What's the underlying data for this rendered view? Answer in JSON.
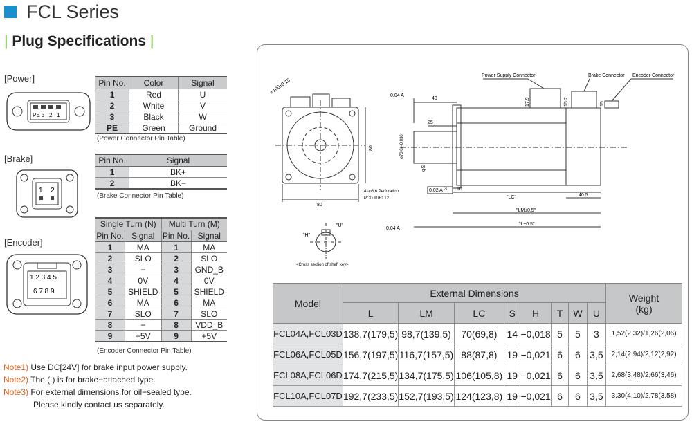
{
  "header": {
    "title": "FCL Series",
    "subtitle": "Plug Specifications",
    "bar": "|"
  },
  "power": {
    "label": "[Power]",
    "connector_pins": [
      "PE",
      "3",
      "2",
      "1"
    ],
    "columns": [
      "Pin No.",
      "Color",
      "Signal"
    ],
    "rows": [
      [
        "1",
        "Red",
        "U"
      ],
      [
        "2",
        "White",
        "V"
      ],
      [
        "3",
        "Black",
        "W"
      ],
      [
        "PE",
        "Green",
        "Ground"
      ]
    ],
    "caption": "(Power Connector Pin Table)"
  },
  "brake": {
    "label": "[Brake]",
    "connector_pins": [
      "1",
      "2"
    ],
    "columns": [
      "Pin No.",
      "Signal"
    ],
    "rows": [
      [
        "1",
        "BK+"
      ],
      [
        "2",
        "BK−"
      ]
    ],
    "caption": "(Brake Connector Pin Table)"
  },
  "encoder": {
    "label": "[Encoder]",
    "connector_pins_top": "1 2 3 4 5",
    "connector_pins_bottom": "6 7 8 9",
    "group_headers": [
      "Single Turn (N)",
      "Multi Turn (M)"
    ],
    "columns": [
      "Pin No.",
      "Signal",
      "Pin No.",
      "Signal"
    ],
    "rows": [
      [
        "1",
        "MA",
        "1",
        "MA"
      ],
      [
        "2",
        "SLO",
        "2",
        "SLO"
      ],
      [
        "3",
        "−",
        "3",
        "GND_B"
      ],
      [
        "4",
        "0V",
        "4",
        "0V"
      ],
      [
        "5",
        "SHIELD",
        "5",
        "SHIELD"
      ],
      [
        "6",
        "MA",
        "6",
        "MA"
      ],
      [
        "7",
        "SLO",
        "7",
        "SLO"
      ],
      [
        "8",
        "−",
        "8",
        "VDD_B"
      ],
      [
        "9",
        "+5V",
        "9",
        "+5V"
      ]
    ],
    "caption": "(Encoder Connector Pin Table)"
  },
  "notes": [
    {
      "key": "Note1)",
      "text": "Use DC[24V] for brake input power supply."
    },
    {
      "key": "Note2)",
      "text": "The (   ) is for brake−attached type."
    },
    {
      "key": "Note3)",
      "text": "For external dimensions for oil−sealed type."
    },
    {
      "key": "",
      "text": "Please kindly contact us separately."
    }
  ],
  "drawing": {
    "callouts": {
      "power_connector": "Power Supply Connector",
      "brake_connector": "Brake Connector",
      "encoder_connector": "Encoder Connector"
    },
    "dims": {
      "d1": "φ100±0.15",
      "d2": "0.04 A",
      "d3": "40",
      "d4": "17.9",
      "d5": "15.2",
      "d6": "15",
      "d7": "25",
      "d8": "80",
      "d9": "φ70 0/−0.030",
      "d10": "φS",
      "d11": "4−φ6.6 Perforation",
      "d12": "PCD 90±0.12",
      "d13": "0.02 A",
      "d14": "3",
      "d15": "10",
      "d16": "\"LC\"",
      "d17": "40.5",
      "d18": "\"LM±0.5\"",
      "d19": "\"L±0.5\"",
      "d20": "80",
      "d21": "0.04 A",
      "d22": "\"H\"",
      "d23": "\"U\"",
      "shaft_caption": "<Cross section of shaft key>"
    }
  },
  "dimensions_table": {
    "model_header": "Model",
    "group_header": "External Dimensions",
    "weight_header": "Weight\n(kg)",
    "columns": [
      "L",
      "LM",
      "LC",
      "S",
      "H",
      "T",
      "W",
      "U"
    ],
    "rows": [
      {
        "model": "FCL04A,FCL03D",
        "values": [
          "138,7(179,5)",
          "98,7(139,5)",
          "70(69,8)",
          "14",
          "−0,018",
          "5",
          "5",
          "3"
        ],
        "weight": "1,52(2,32)/1,26(2,06)"
      },
      {
        "model": "FCL06A,FCL05D",
        "values": [
          "156,7(197,5)",
          "116,7(157,5)",
          "88(87,8)",
          "19",
          "−0,021",
          "6",
          "6",
          "3,5"
        ],
        "weight": "2,14(2,94)/2,12(2,92)"
      },
      {
        "model": "FCL08A,FCL06D",
        "values": [
          "174,7(215,5)",
          "134,7(175,5)",
          "106(105,8)",
          "19",
          "−0,021",
          "6",
          "6",
          "3,5"
        ],
        "weight": "2,68(3,48)/2,66(3,46)"
      },
      {
        "model": "FCL10A,FCL07D",
        "values": [
          "192,7(233,5)",
          "152,7(193,5)",
          "124(123,8)",
          "19",
          "−0,021",
          "6",
          "6",
          "3,5"
        ],
        "weight": "3,30(4,10)/2,78(3,58)"
      }
    ]
  },
  "colors": {
    "accent_blue": "#1a8fce",
    "accent_green": "#5aab2e",
    "note_orange": "#e0601a",
    "header_gray": "#c9cbcd"
  }
}
